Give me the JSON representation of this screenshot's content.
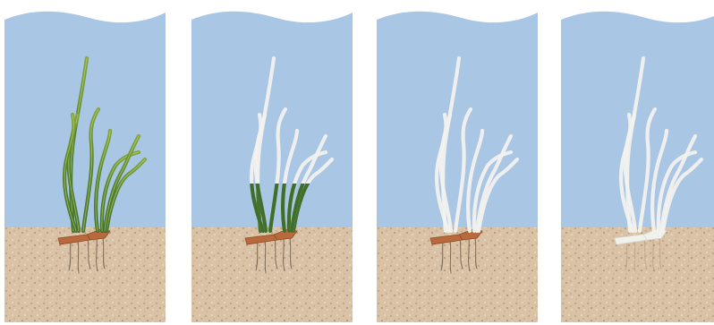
{
  "figure": {
    "panels": [
      {
        "stage": "healthy",
        "blade_color": "green",
        "rhizome": "present"
      },
      {
        "stage": "upper-blades-bleached",
        "blade_color": "white-top-green-base",
        "rhizome": "present"
      },
      {
        "stage": "fully-bleached-blades",
        "blade_color": "white",
        "rhizome": "present"
      },
      {
        "stage": "dead-bleached-plant",
        "blade_color": "white",
        "rhizome": "bleached"
      }
    ],
    "colors": {
      "water": "#a9c6e4",
      "sediment": "#d9c2a6",
      "blade_green": "#6f9a2e",
      "blade_green_dark": "#3f6f2a",
      "blade_bleached": "#f1f1ee",
      "rhizome": "#b96a3d",
      "root": "#6b5a4a",
      "background": "#ffffff"
    }
  }
}
